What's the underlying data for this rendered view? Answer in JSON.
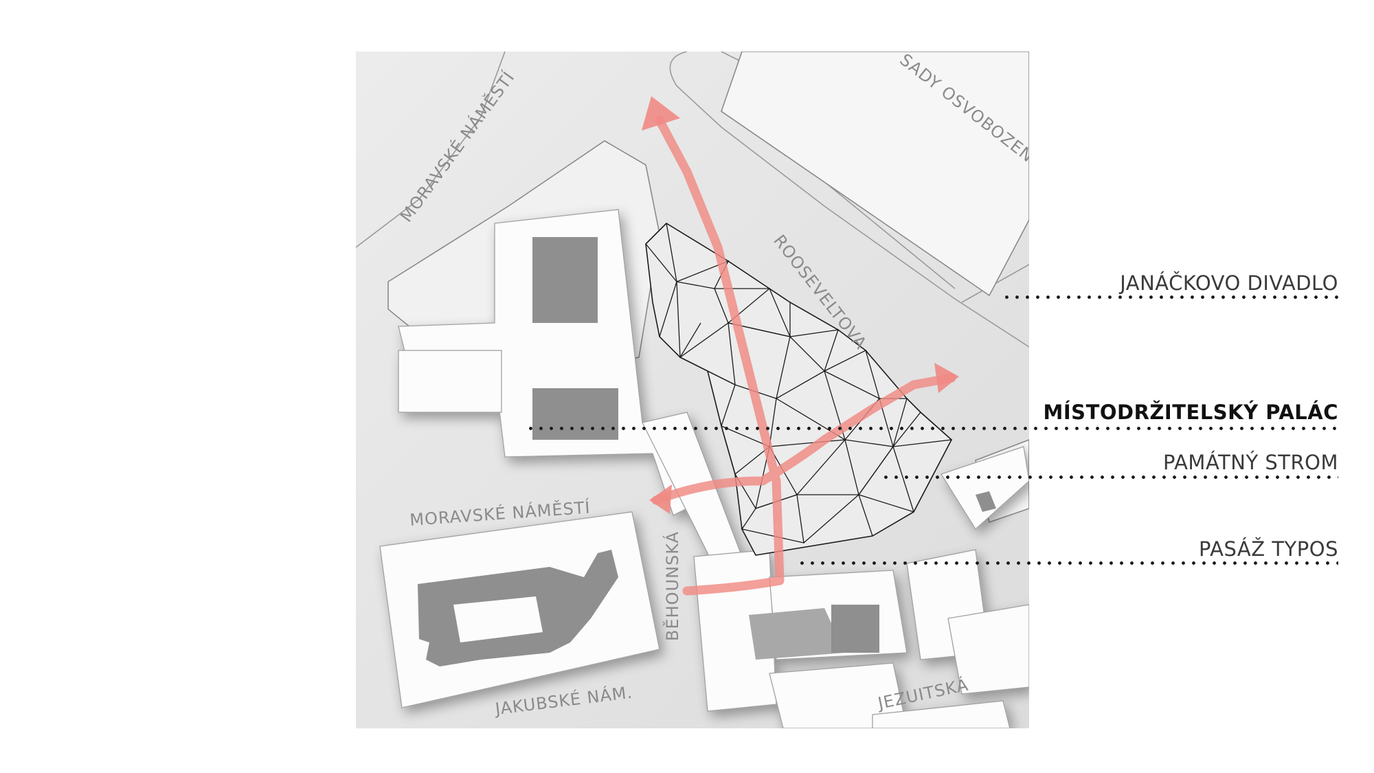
{
  "map": {
    "streets": {
      "moravske_namesti_top": "MORAVSKÉ NÁMĚSTÍ",
      "sady_osvobozeni": "SADY OSVOBOZENÍ",
      "rooseveltova": "ROOSEVELTOVA",
      "moravske_namesti_bottom": "MORAVSKÉ NÁMĚSTÍ",
      "behounska": "BĚHOUNSKÁ",
      "jakubske_nam": "JAKUBSKÉ NÁM.",
      "jezuitska": "JEZUITSKÁ"
    },
    "route_color": "#f08a84",
    "building_fill": "#fcfcfc",
    "courtyard_fill": "#8f8f8f"
  },
  "legend": {
    "items": [
      {
        "label": "JANÁČKOVO DIVADLO",
        "bold": false
      },
      {
        "label": "MÍSTODRŽITELSKÝ PALÁC",
        "bold": true
      },
      {
        "label": "PAMÁTNÝ STROM",
        "bold": false
      },
      {
        "label": "PASÁŽ TYPOS",
        "bold": false
      }
    ]
  }
}
